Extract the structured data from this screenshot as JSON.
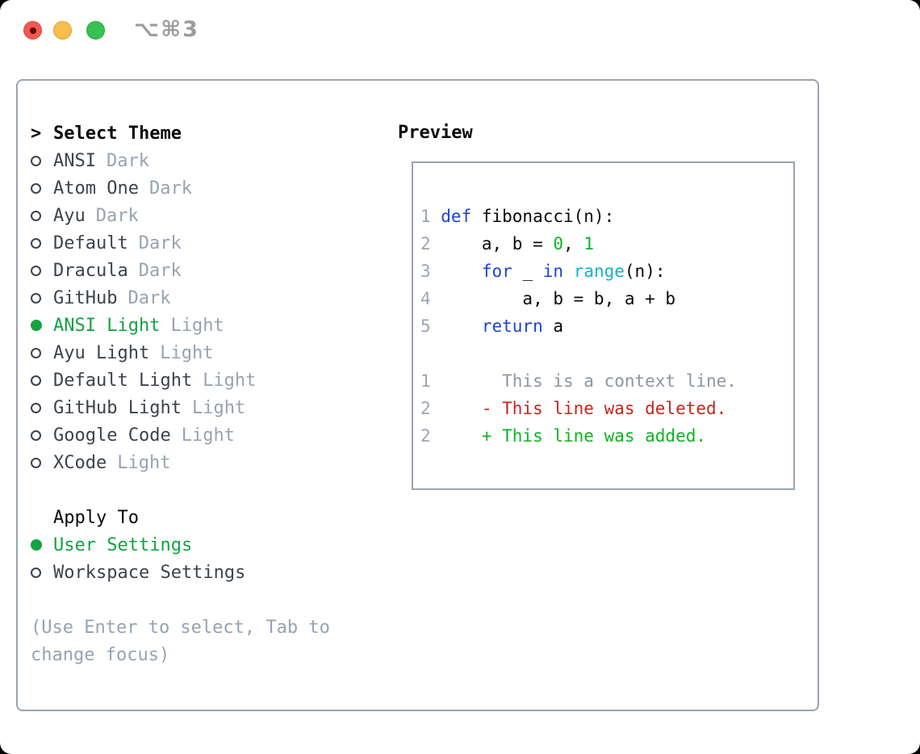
{
  "window": {
    "title": "⌥⌘3",
    "traffic_lights": [
      "close",
      "minimize",
      "zoom"
    ]
  },
  "colors": {
    "accent_green": "#13a342",
    "text_dark": "#3c434d",
    "text_black": "#0a0a0b",
    "muted_gray": "#98a3b0",
    "border_gray": "#9aa4b0",
    "title_gray": "#9c9c9c",
    "traffic_red": "#f2594e",
    "traffic_yellow": "#f8bd4b",
    "traffic_green": "#36c150"
  },
  "theme_panel": {
    "prompt": ">",
    "header": "Select Theme",
    "items": [
      {
        "name": "ANSI",
        "tag": "Dark",
        "selected": false
      },
      {
        "name": "Atom One",
        "tag": "Dark",
        "selected": false
      },
      {
        "name": "Ayu",
        "tag": "Dark",
        "selected": false
      },
      {
        "name": "Default",
        "tag": "Dark",
        "selected": false
      },
      {
        "name": "Dracula",
        "tag": "Dark",
        "selected": false
      },
      {
        "name": "GitHub",
        "tag": "Dark",
        "selected": false
      },
      {
        "name": "ANSI Light",
        "tag": "Light",
        "selected": true
      },
      {
        "name": "Ayu Light",
        "tag": "Light",
        "selected": false
      },
      {
        "name": "Default Light",
        "tag": "Light",
        "selected": false
      },
      {
        "name": "GitHub Light",
        "tag": "Light",
        "selected": false
      },
      {
        "name": "Google Code",
        "tag": "Light",
        "selected": false
      },
      {
        "name": "XCode",
        "tag": "Light",
        "selected": false
      }
    ]
  },
  "apply_panel": {
    "header": "Apply To",
    "options": [
      {
        "label": "User Settings",
        "selected": true
      },
      {
        "label": "Workspace Settings",
        "selected": false
      }
    ]
  },
  "help_text": {
    "line1": "(Use Enter to select, Tab to",
    "line2": "change focus)"
  },
  "preview_panel": {
    "header": "Preview",
    "code_colors": {
      "keyword": "#1d44d2",
      "builtin": "#10b6c2",
      "number": "#0db422",
      "default": "#0a0a0b",
      "line_number": "#9aa5b4",
      "context": "#8c96a2",
      "deleted": "#c4261a",
      "added": "#0db422"
    },
    "code_lines": [
      {
        "num": "1",
        "segments": [
          {
            "type": "keyword",
            "text": "def"
          },
          {
            "type": "default",
            "text": " fibonacci(n):"
          }
        ]
      },
      {
        "num": "2",
        "segments": [
          {
            "type": "default",
            "text": "    a, b = "
          },
          {
            "type": "number",
            "text": "0"
          },
          {
            "type": "default",
            "text": ", "
          },
          {
            "type": "number",
            "text": "1"
          }
        ]
      },
      {
        "num": "3",
        "segments": [
          {
            "type": "default",
            "text": "    "
          },
          {
            "type": "keyword",
            "text": "for"
          },
          {
            "type": "default",
            "text": " _ "
          },
          {
            "type": "keyword",
            "text": "in"
          },
          {
            "type": "default",
            "text": " "
          },
          {
            "type": "builtin",
            "text": "range"
          },
          {
            "type": "default",
            "text": "(n):"
          }
        ]
      },
      {
        "num": "4",
        "segments": [
          {
            "type": "default",
            "text": "        a, b = b, a + b"
          }
        ]
      },
      {
        "num": "5",
        "segments": [
          {
            "type": "default",
            "text": "    "
          },
          {
            "type": "keyword",
            "text": "return"
          },
          {
            "type": "default",
            "text": " a"
          }
        ]
      }
    ],
    "diff_lines": [
      {
        "num": "1",
        "segments": [
          {
            "type": "context",
            "text": "      This is a context line."
          }
        ]
      },
      {
        "num": "2",
        "segments": [
          {
            "type": "deleted",
            "text": "    - This line was deleted."
          }
        ]
      },
      {
        "num": "2",
        "segments": [
          {
            "type": "added",
            "text": "    + This line was added."
          }
        ]
      }
    ]
  }
}
